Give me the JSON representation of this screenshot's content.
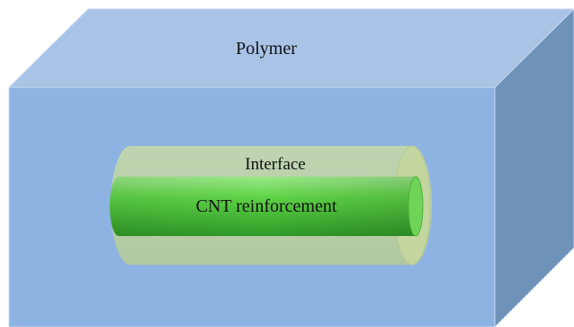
{
  "labels": {
    "matrix": "Polymer",
    "interface": "Interface",
    "reinforcement": "CNT reinforcement"
  },
  "colors": {
    "top_face": "#a8c3e6",
    "front_face": "#8db3e2",
    "side_face": "#6f92b9",
    "edge": "#c9d9ef",
    "interface_fill": "#c5d7a3",
    "cnt_light": "#64d64d",
    "cnt_dark": "#2f9a27"
  }
}
